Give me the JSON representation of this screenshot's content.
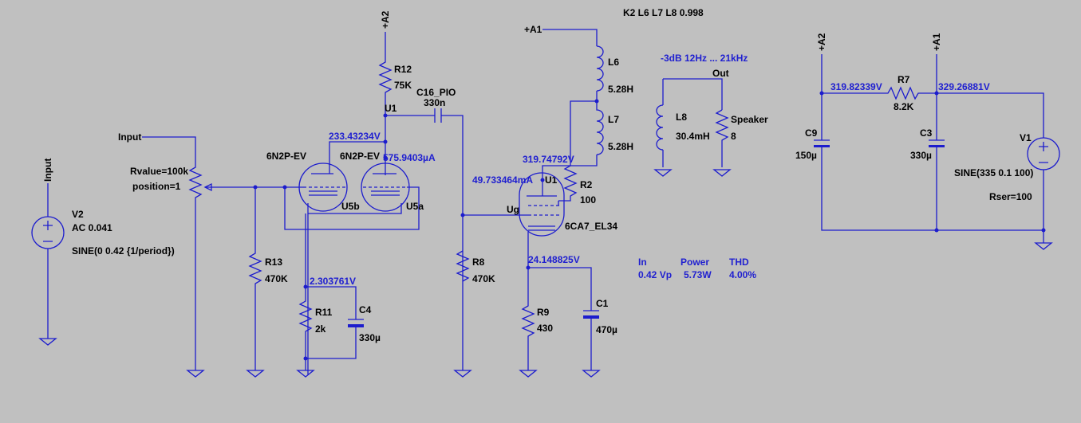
{
  "labels": {
    "input_port": "Input",
    "input_port_v": "Input",
    "a2_top": "+A2",
    "a1_top": "+A1",
    "a2_supply": "+A2",
    "a1_supply": "+A1",
    "out_port": "Out",
    "u1_net": "U1",
    "ug_net": "Ug"
  },
  "directives": {
    "coupling": "K2 L6 L7 L8 0.998",
    "bandwidth": "-3dB  12Hz ... 21kHz"
  },
  "components": {
    "v2": {
      "name": "V2",
      "ac": "AC 0.041",
      "value": "SINE(0 0.42 {1/period})"
    },
    "pot": {
      "rvalue": "Rvalue=100k",
      "position": "position=1"
    },
    "r13": {
      "name": "R13",
      "value": "470K"
    },
    "r12": {
      "name": "R12",
      "value": "75K"
    },
    "tube_left": {
      "model": "6N2P-EV",
      "name": "U5b"
    },
    "tube_right": {
      "model": "6N2P-EV",
      "name": "U5a"
    },
    "r11": {
      "name": "R11",
      "value": "2k"
    },
    "c4": {
      "name": "C4",
      "value": "330µ"
    },
    "c16": {
      "name": "C16_PIO",
      "value": "330n"
    },
    "r8": {
      "name": "R8",
      "value": "470K"
    },
    "pentode": {
      "name": "U1",
      "model": "6CA7_EL34"
    },
    "r2": {
      "name": "R2",
      "value": "100"
    },
    "l6": {
      "name": "L6",
      "value": "5.28H"
    },
    "l7": {
      "name": "L7",
      "value": "5.28H"
    },
    "l8": {
      "name": "L8",
      "value": "30.4mH"
    },
    "speaker": {
      "name": "Speaker",
      "value": "8"
    },
    "r9": {
      "name": "R9",
      "value": "430"
    },
    "c1": {
      "name": "C1",
      "value": "470µ"
    },
    "c9": {
      "name": "C9",
      "value": "150µ"
    },
    "r7": {
      "name": "R7",
      "value": "8.2K"
    },
    "c3": {
      "name": "C3",
      "value": "330µ"
    },
    "v1": {
      "name": "V1",
      "value": "SINE(335 0.1 100)",
      "rser": "Rser=100"
    }
  },
  "operating_points": {
    "v_u1_driver": "233.43234V",
    "i_driver": "575.9403µA",
    "v_cathode_driver": "2.303761V",
    "v_screen": "319.74792V",
    "i_pentode": "49.733464mA",
    "v_cathode_pentode": "24.148825V",
    "v_a2": "319.82339V",
    "v_a1": "329.26881V"
  },
  "results": {
    "headers": [
      "In",
      "Power",
      "THD"
    ],
    "values": [
      "0.42 Vp",
      "5.73W",
      "4.00%"
    ]
  },
  "colors": {
    "background": "#c0c0c0",
    "wire": "#1c1ccd",
    "text": "#000000",
    "annotation": "#1f1fd0"
  }
}
